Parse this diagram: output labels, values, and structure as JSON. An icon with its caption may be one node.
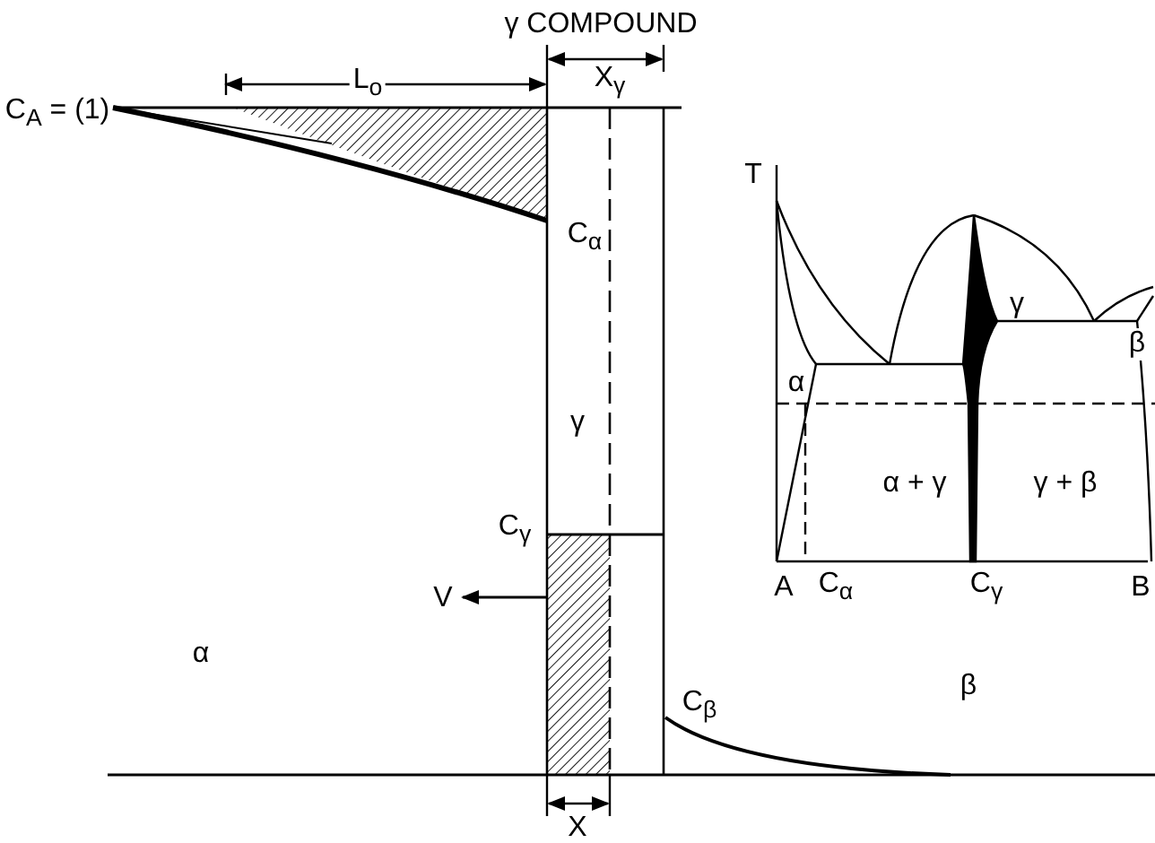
{
  "diagram": {
    "labels": [
      "γ COMPOUND",
      "L$_{o}$",
      "X$_{γ}$",
      "C$_{A}$ = (1)",
      "T",
      "C$_{α}$",
      "γ",
      "γ",
      "β",
      "α",
      "C$_{γ}$",
      "α + γ",
      "γ + β",
      "V",
      "A",
      "C$_{α}$",
      "C$_{γ}$",
      "B",
      "α",
      "β",
      "C$_{β}$",
      "X"
    ]
  }
}
